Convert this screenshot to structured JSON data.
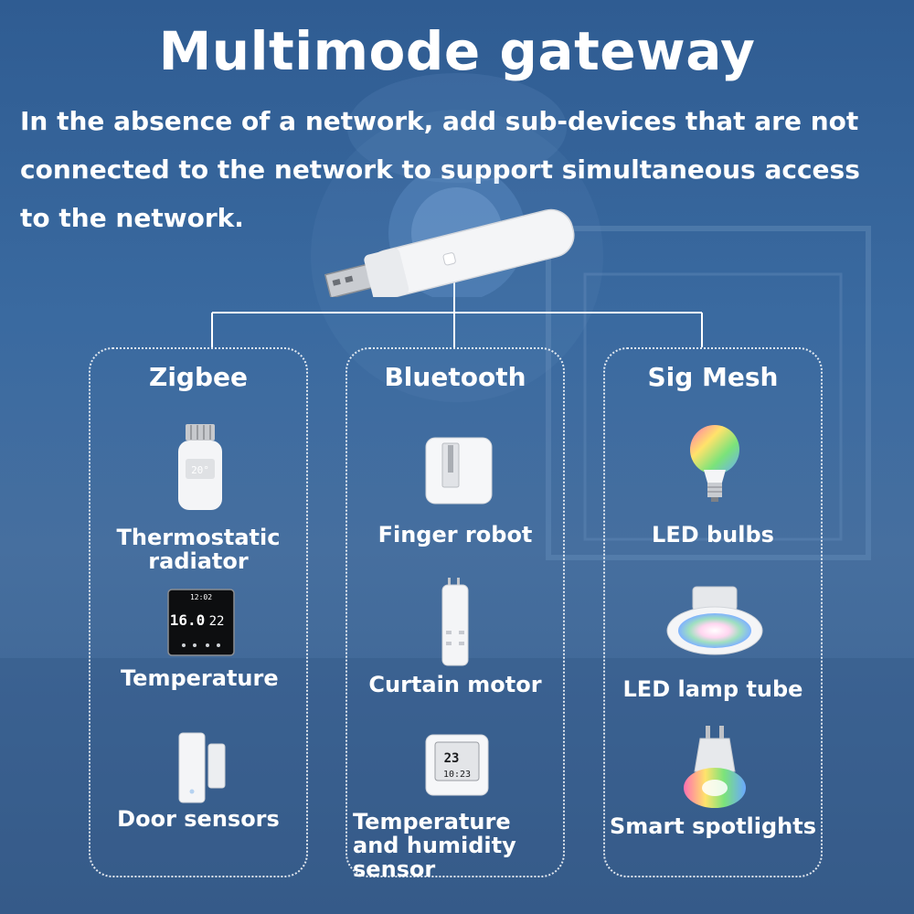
{
  "title": "Multimode gateway",
  "subtitle": "In the absence of a network, add sub-devices that are not connected to the network to support simultaneous access to the network.",
  "colors": {
    "background": "#3a6aa0",
    "text": "#ffffff",
    "panel_border": "#ffffff"
  },
  "panels": [
    {
      "title": "Zigbee",
      "devices": [
        {
          "label": "Thermostatic radiator",
          "icon": "radiator-valve-icon"
        },
        {
          "label": "Temperature",
          "icon": "thermostat-panel-icon",
          "screen_main": "16.0",
          "screen_side": "22",
          "screen_time": "12:02"
        },
        {
          "label": "Door sensors",
          "icon": "door-sensor-icon"
        }
      ]
    },
    {
      "title": "Bluetooth",
      "devices": [
        {
          "label": "Finger robot",
          "icon": "finger-robot-icon"
        },
        {
          "label": "Curtain motor",
          "icon": "curtain-motor-icon"
        },
        {
          "label": "Temperature and humidity sensor",
          "icon": "hygrometer-icon",
          "screen_main": "23",
          "screen_time": "10:23"
        }
      ]
    },
    {
      "title": "Sig Mesh",
      "devices": [
        {
          "label": "LED bulbs",
          "icon": "led-bulb-icon"
        },
        {
          "label": "LED lamp tube",
          "icon": "downlight-icon"
        },
        {
          "label": "Smart spotlights",
          "icon": "spotlight-icon"
        }
      ]
    }
  ]
}
